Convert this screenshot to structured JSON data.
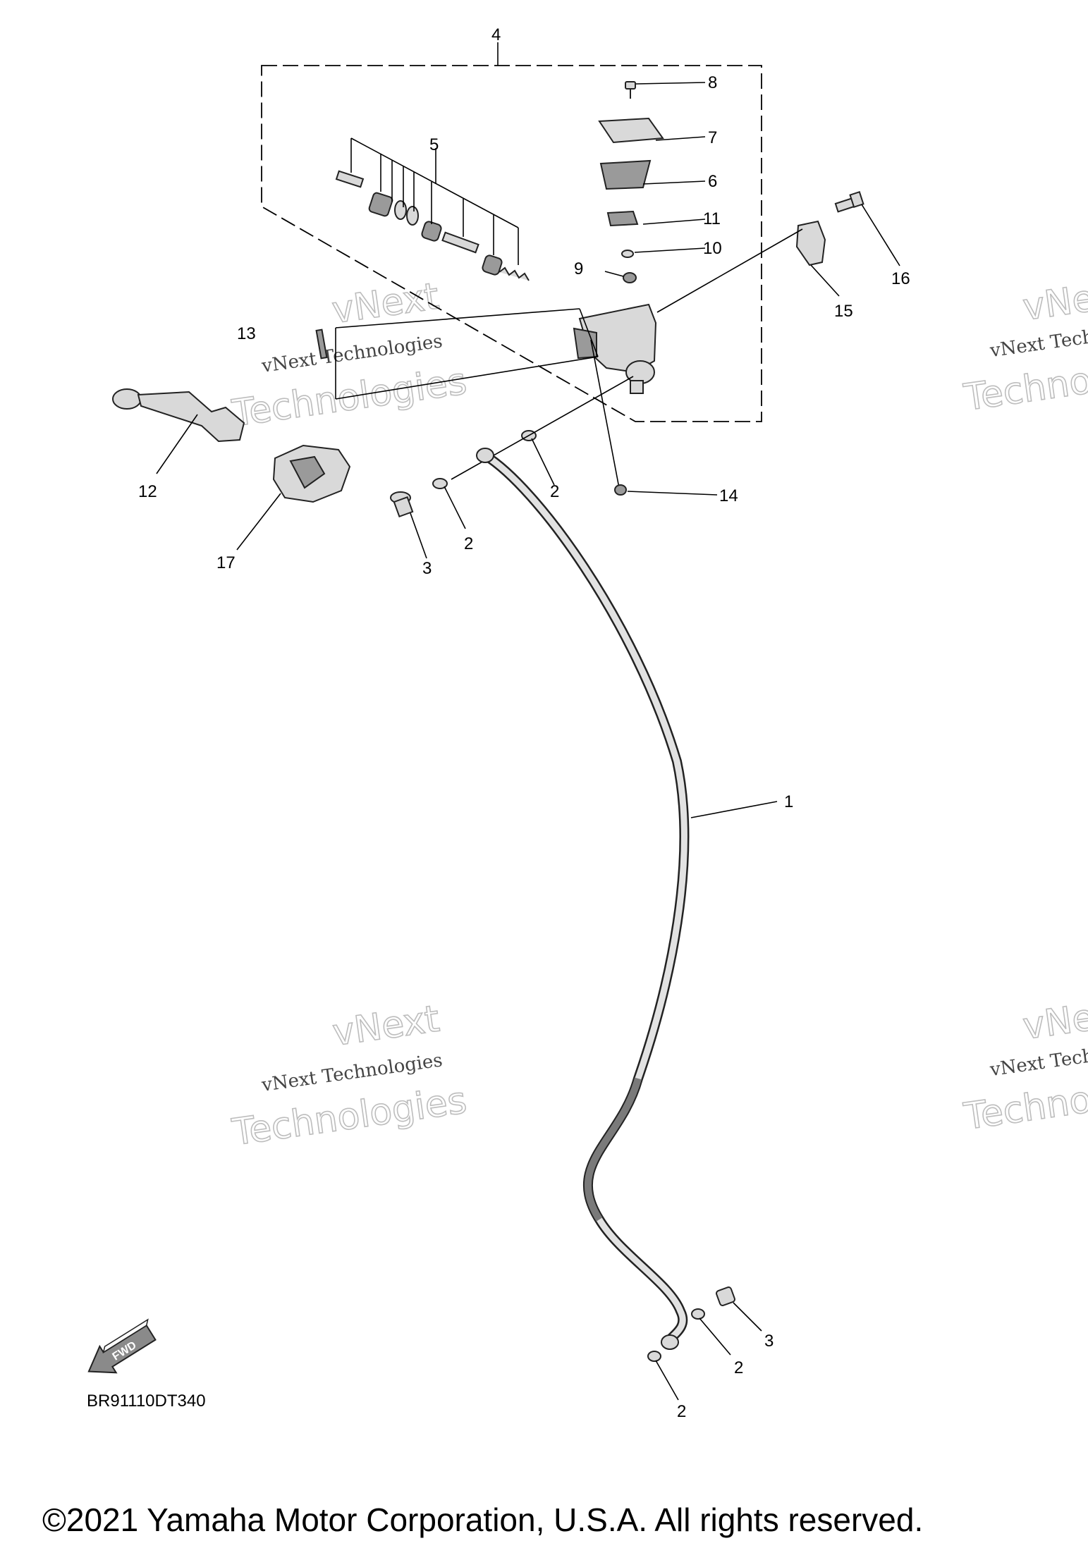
{
  "diagram": {
    "callouts": {
      "c1": "1",
      "c2a": "2",
      "c2b": "2",
      "c2c": "2",
      "c2d": "2",
      "c3a": "3",
      "c3b": "3",
      "c4": "4",
      "c5": "5",
      "c6": "6",
      "c7": "7",
      "c8": "8",
      "c9": "9",
      "c10": "10",
      "c11": "11",
      "c12": "12",
      "c13": "13",
      "c14": "14",
      "c15": "15",
      "c16": "16",
      "c17": "17"
    },
    "fwd_label": "FWD",
    "diagram_code": "BR91110DT340",
    "copyright": "©2021 Yamaha Motor Corporation, U.S.A. All rights reserved."
  },
  "watermark": {
    "line1": "vNext Technologies",
    "big_top": "vNext",
    "big_bottom": "Technologies"
  }
}
